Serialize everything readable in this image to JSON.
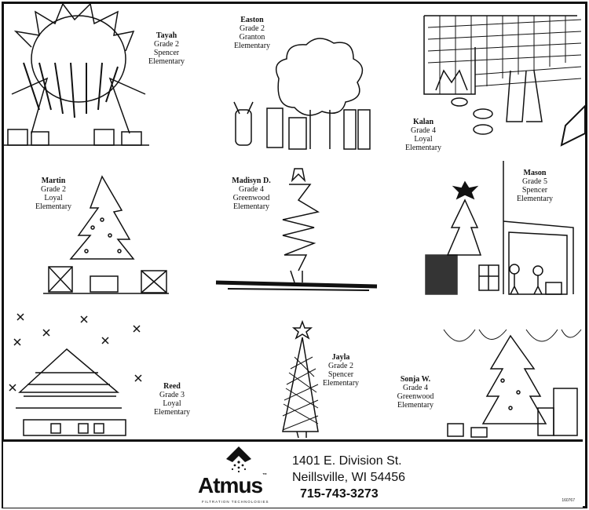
{
  "entries": [
    {
      "name": "Tayah",
      "grade": "Grade 2",
      "school1": "Spencer",
      "school2": "Elementary"
    },
    {
      "name": "Easton",
      "grade": "Grade 2",
      "school1": "Granton",
      "school2": "Elementary"
    },
    {
      "name": "Kalan",
      "grade": "Grade 4",
      "school1": "Loyal",
      "school2": "Elementary"
    },
    {
      "name": "Martin",
      "grade": "Grade 2",
      "school1": "Loyal",
      "school2": "Elementary"
    },
    {
      "name": "Madisyn D.",
      "grade": "Grade 4",
      "school1": "Greenwood",
      "school2": "Elementary"
    },
    {
      "name": "Mason",
      "grade": "Grade 5",
      "school1": "Spencer",
      "school2": "Elementary"
    },
    {
      "name": "Reed",
      "grade": "Grade 3",
      "school1": "Loyal",
      "school2": "Elementary"
    },
    {
      "name": "Jayla",
      "grade": "Grade 2",
      "school1": "Spencer",
      "school2": "Elementary"
    },
    {
      "name": "Sonja W.",
      "grade": "Grade 4",
      "school1": "Greenwood",
      "school2": "Elementary"
    }
  ],
  "sponsor": {
    "brand": "Atmus",
    "trademark": "™",
    "tagline": "FILTRATION TECHNOLOGIES",
    "address_line1": "1401 E. Division St.",
    "address_line2": "Neillsville, WI 54456",
    "phone": "715-743-3273",
    "ad_number": "160767"
  }
}
